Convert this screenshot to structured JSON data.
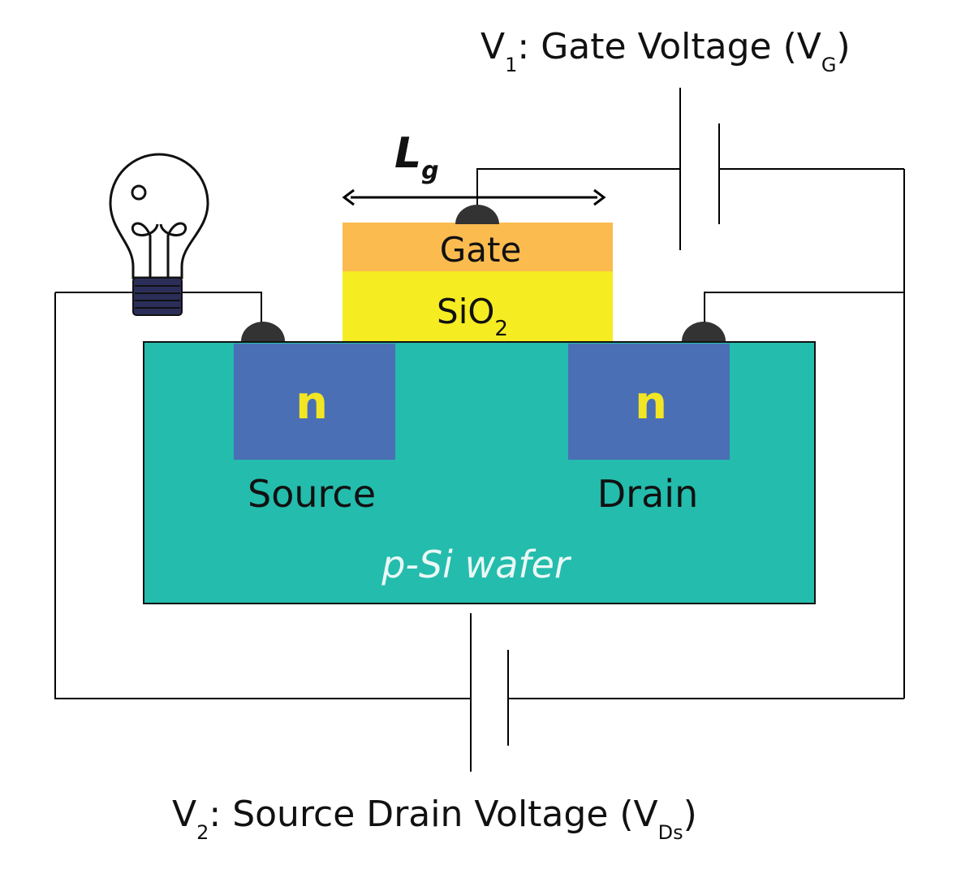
{
  "labels": {
    "v1": {
      "main": "V",
      "sub": "1",
      "rest": ": Gate Voltage (V",
      "sub2": "G",
      "close": ")"
    },
    "v2": {
      "main": "V",
      "sub": "2",
      "rest": ": Source Drain Voltage (V",
      "sub2": "Ds",
      "close": ")"
    },
    "lg": {
      "main": "L",
      "sub": "g"
    },
    "gate": "Gate",
    "oxide": {
      "main": "SiO",
      "sub": "2"
    },
    "n_left": "n",
    "n_right": "n",
    "source": "Source",
    "drain": "Drain",
    "wafer": "p-Si wafer"
  },
  "colors": {
    "wafer": "#24BCAC",
    "doped_region": "#4A6FB5",
    "n_text": "#F2E624",
    "gate_metal": "#FBBB4F",
    "oxide": "#F6EC22",
    "wafer_text": "#EAF8F6",
    "contact": "#333333",
    "wire": "#000000",
    "bulb_base": "#2C2E5A"
  },
  "icons": [
    "light-bulb-icon"
  ]
}
